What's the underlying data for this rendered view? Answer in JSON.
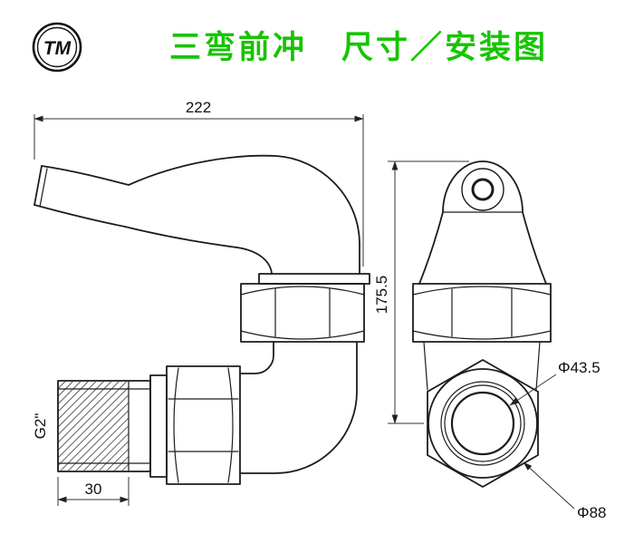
{
  "header": {
    "logo_text": "TM",
    "title": "三弯前冲　尺寸／安装图",
    "title_color": "#17c400"
  },
  "drawing": {
    "view_left": "side-view-of-three-bend-elbow-fitting",
    "view_right": "front-view-of-outlet-and-bracket",
    "line_color": "#222222",
    "dimension_color": "#333333"
  },
  "dimensions": {
    "overall_width": "222",
    "overall_height": "175.5",
    "thread_size": "G2\"",
    "thread_length": "30",
    "inner_diameter": "Φ43.5",
    "outer_diameter": "Φ88"
  }
}
